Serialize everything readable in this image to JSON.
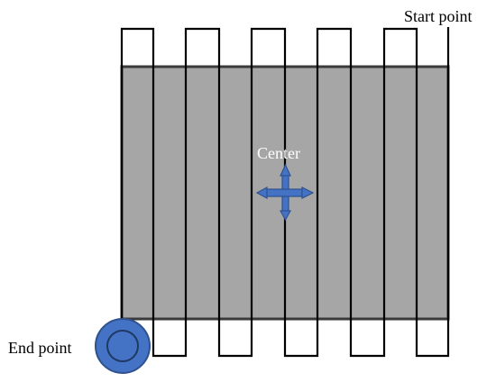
{
  "labels": {
    "start": "Start point",
    "end": "End point",
    "center": "Center"
  },
  "colors": {
    "plate_fill": "#a6a6a6",
    "plate_stroke": "#3a3a3a",
    "path_stroke": "#000000",
    "marker_fill": "#4472c4",
    "marker_stroke": "#2f528f",
    "background": "#ffffff"
  },
  "icons": {
    "center_marker": "four-way-arrow-icon",
    "end_marker": "target-circle-icon"
  }
}
